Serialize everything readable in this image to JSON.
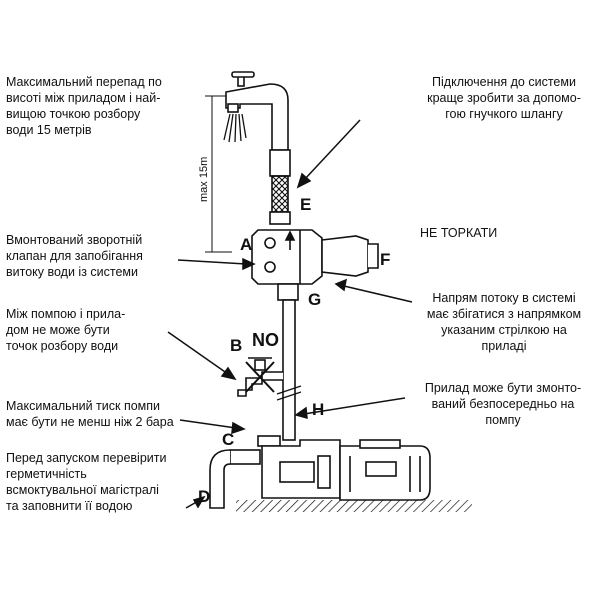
{
  "notes": {
    "max_height": "Максимальний перепад по\nвисоті між приладом і най-\nвищою точкою розбору\nводи 15 метрів",
    "flexible_hose": "Підключення до системи\nкраще зробити за допомо-\nгою гнучкого шлангу",
    "check_valve": "Вмонтований зворотній\nклапан для запобігання\nвитоку води із системи",
    "do_not_touch": "НЕ ТОРКАТИ",
    "no_draw_points": "Між помпою і прила-\nдом не може бути\nточок розбору води",
    "flow_direction": "Напрям потоку в системі\nмає збігатися з напрямком\nуказаним стрілкою на\nприладі",
    "direct_mount": "Прилад може бути змонто-\nваний безпосередньо на\nпомпу",
    "pump_pressure": "Максимальний тиск помпи\nмає бути не менш ніж 2 бара",
    "before_start": "Перед запуском перевірити\nгерметичність\nвсмоктувальної магістралі\nта заповнити її водою"
  },
  "letters": {
    "a": "A",
    "b": "B",
    "c": "C",
    "d": "D",
    "e": "E",
    "f": "F",
    "g": "G",
    "h": "H"
  },
  "no_label": "NO",
  "height_label": "max 15m",
  "colors": {
    "ink": "#111111",
    "pipe": "#ffffff",
    "ground": "#555555"
  }
}
